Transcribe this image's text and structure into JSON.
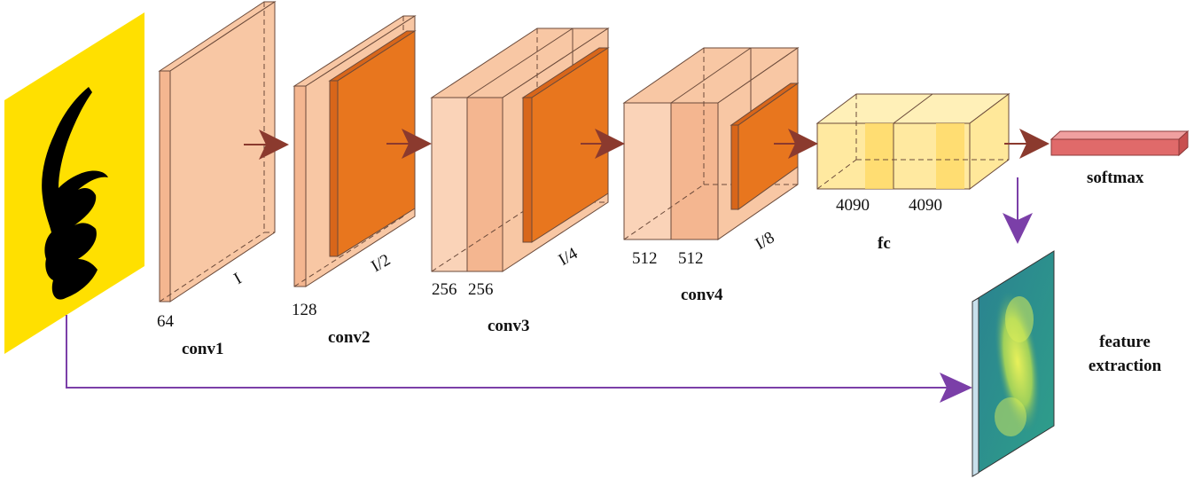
{
  "diagram": {
    "layers": [
      {
        "id": "conv1",
        "name": "conv1",
        "channels": [
          "64"
        ],
        "size": "I"
      },
      {
        "id": "conv2",
        "name": "conv2",
        "channels": [
          "128"
        ],
        "size": "I/2"
      },
      {
        "id": "conv3",
        "name": "conv3",
        "channels": [
          "256",
          "256"
        ],
        "size": "I/4"
      },
      {
        "id": "conv4",
        "name": "conv4",
        "channels": [
          "512",
          "512"
        ],
        "size": "I/8"
      },
      {
        "id": "fc",
        "name": "fc",
        "channels": [
          "4090",
          "4090"
        ]
      }
    ],
    "softmax_label": "softmax",
    "feature_label_line1": "feature",
    "feature_label_line2": "extraction"
  },
  "colors": {
    "input_bg": "#FFE000",
    "glyph": "#000000",
    "layer_light": "#F8C7A4",
    "layer_mid": "#F4B690",
    "layer_dark": "#E8761E",
    "fc_block": "#FFE9A0",
    "fc_band": "#FFD966",
    "softmax_block": "#E06A6A",
    "arrow": "#8B3A2E",
    "connector": "#7B3FA8",
    "feature_map_bg": "#2E8E8A",
    "feature_map_glow": "#C8E64C"
  }
}
